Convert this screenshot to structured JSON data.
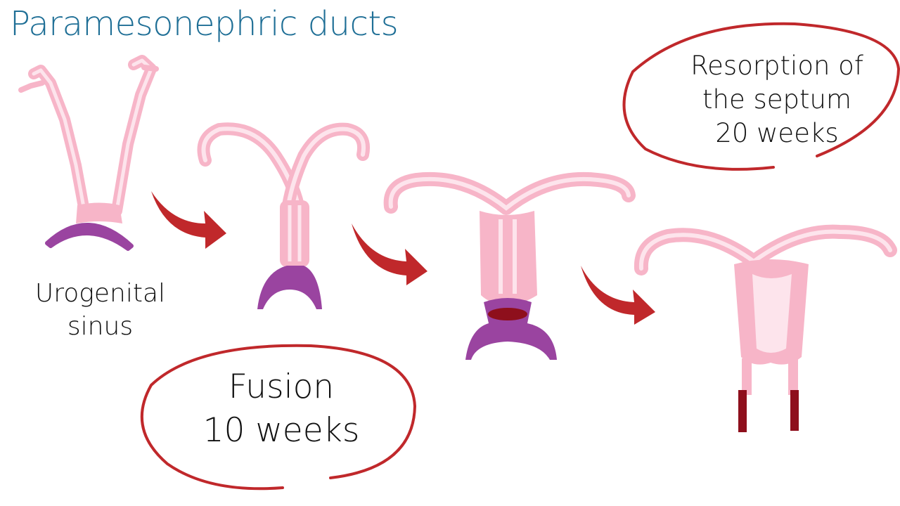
{
  "title": "Paramesonephric ducts",
  "labels": {
    "urogenital_line1": "Urogenital",
    "urogenital_line2": "sinus",
    "fusion_line1": "Fusion",
    "fusion_line2": "10 weeks",
    "resorption_line1": "Resorption of",
    "resorption_line2": "the septum",
    "resorption_line3": "20 weeks"
  },
  "colors": {
    "title": "#1f6f96",
    "duct_pink": "#f7b5c8",
    "duct_light": "#fde4ec",
    "sinus_purple": "#9a44a0",
    "arrow_red": "#c0282b",
    "circle_red": "#c0282b",
    "dark_red": "#8e0f1c",
    "text": "#111111"
  }
}
